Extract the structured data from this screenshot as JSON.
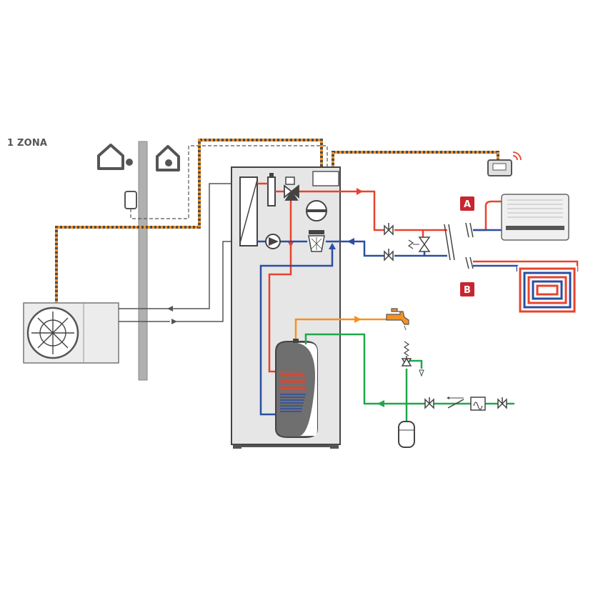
{
  "title": "1 ZONA",
  "circuits": [
    {
      "id": "A",
      "label": "A",
      "emitter": "radiator-fancoil"
    },
    {
      "id": "B",
      "label": "B",
      "emitter": "underfloor-heating"
    }
  ],
  "colors": {
    "flow_hot": "#e8432c",
    "return_cold": "#2b4ea2",
    "dhw_hot": "#f39223",
    "cold_water": "#1fa84a",
    "cable_orange": "#e8432c",
    "cable_dark": "#4d4d4d",
    "unit_body": "#e8e8e8",
    "tank": "#6f6f6f",
    "label_bg": "#c8262e",
    "wall": "#9a9a9a"
  },
  "icons": [
    "outdoor-heat-pump-icon",
    "house-outdoor-sensor-icon",
    "house-indoor-sensor-icon",
    "room-thermostat-icon",
    "wifi-controller-icon",
    "three-way-valve-icon",
    "circulation-pump-icon",
    "expansion-vessel-icon",
    "magnetic-filter-icon",
    "air-vent-icon",
    "ball-valve-icon",
    "safety-valve-icon",
    "check-valve-icon",
    "pressure-reducer-icon",
    "dhw-tap-icon",
    "dhw-expansion-vessel-icon",
    "fan-coil-icon",
    "underfloor-loop-icon"
  ]
}
